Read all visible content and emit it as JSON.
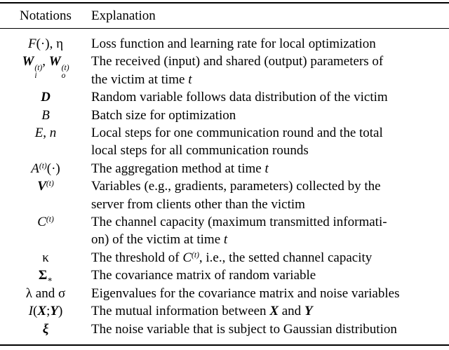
{
  "colors": {
    "text": "#000000",
    "background": "#ffffff",
    "rule": "#000000"
  },
  "table": {
    "headers": [
      "Notations",
      "Explanation"
    ],
    "rows": [
      {
        "notation": "*F*(·), η",
        "explanation": [
          "Loss function and learning rate for local optimization"
        ]
      },
      {
        "notation": "**W**%{(*t*)|*i*}, **W**%{(*t*)|*o*}",
        "explanation": [
          "The received (input) and shared (output) parameters of",
          "the victim at time *t*"
        ]
      },
      {
        "notation": "**D**",
        "explanation": [
          "Random variable follows data distribution of the victim"
        ]
      },
      {
        "notation": "*B*",
        "explanation": [
          "Batch size for optimization"
        ]
      },
      {
        "notation": "*E*, *n*",
        "explanation": [
          "Local steps for one communication round and the total",
          "local steps for all communication rounds"
        ]
      },
      {
        "notation": "*A*^{(*t*)}(·)",
        "explanation": [
          "The aggregation method at time *t*"
        ]
      },
      {
        "notation": "**V**^{(*t*)}",
        "explanation": [
          "Variables (e.g., gradients, parameters) collected by the",
          "server from clients other than the victim"
        ]
      },
      {
        "notation": "*C*^{(*t*)}",
        "explanation": [
          "The channel capacity (maximum transmitted informati-",
          "on) of the victim at time *t*"
        ]
      },
      {
        "notation": "κ",
        "explanation": [
          "The threshold of *C*^{(*t*)}, i.e., the setted channel capacity"
        ]
      },
      {
        "notation": "##Σ##_{∗}",
        "explanation": [
          "The covariance matrix of random variable"
        ]
      },
      {
        "notation": "λ and σ",
        "explanation": [
          "Eigenvalues for the covariance matrix and noise variables"
        ]
      },
      {
        "notation": "*I*(**X**;**Y**)",
        "explanation": [
          "The mutual information between **X** and **Y**"
        ]
      },
      {
        "notation": "**ξ**",
        "explanation": [
          "The noise variable that is subject to Gaussian distribution"
        ]
      }
    ]
  }
}
